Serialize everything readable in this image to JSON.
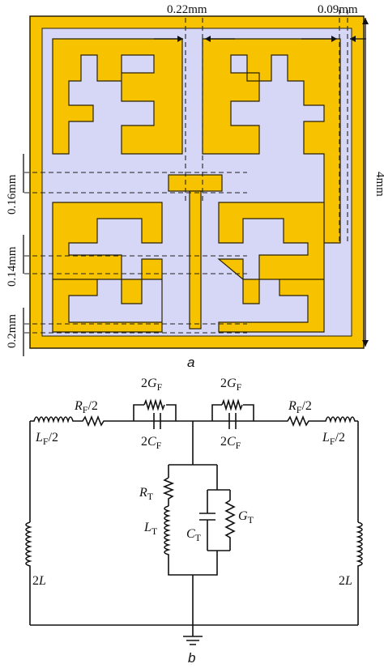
{
  "colors": {
    "conductor": "#f7c300",
    "conductor_edge": "#2b2200",
    "substrate": "#d6d6f7",
    "wire": "#111111"
  },
  "part_a": {
    "caption": "a",
    "dims": {
      "gap_center": "0.22mm",
      "gap_right": "0.09mm",
      "side": "4mm",
      "w1": "0.16mm",
      "w2": "0.14mm",
      "w3": "0.2mm"
    }
  },
  "part_b": {
    "caption": "b",
    "labels": {
      "lf_left_main": "L",
      "lf_left_sub": "F",
      "lf_left_suffix": "/2",
      "rf_left_main": "R",
      "rf_left_sub": "F",
      "rf_left_suffix": "/2",
      "gf_left_prefix": "2",
      "gf_left_main": "G",
      "gf_left_sub": "F",
      "cf_left_prefix": "2",
      "cf_left_main": "C",
      "cf_left_sub": "F",
      "gf_right_prefix": "2",
      "gf_right_main": "G",
      "gf_right_sub": "F",
      "cf_right_prefix": "2",
      "cf_right_main": "C",
      "cf_right_sub": "F",
      "rf_right_main": "R",
      "rf_right_sub": "F",
      "rf_right_suffix": "/2",
      "lf_right_main": "L",
      "lf_right_sub": "F",
      "lf_right_suffix": "/2",
      "rt_main": "R",
      "rt_sub": "T",
      "lt_main": "L",
      "lt_sub": "T",
      "ct_main": "C",
      "ct_sub": "T",
      "gt_main": "G",
      "gt_sub": "T",
      "l_left_prefix": "2",
      "l_left_main": "L",
      "l_right_prefix": "2",
      "l_right_main": "L"
    }
  }
}
